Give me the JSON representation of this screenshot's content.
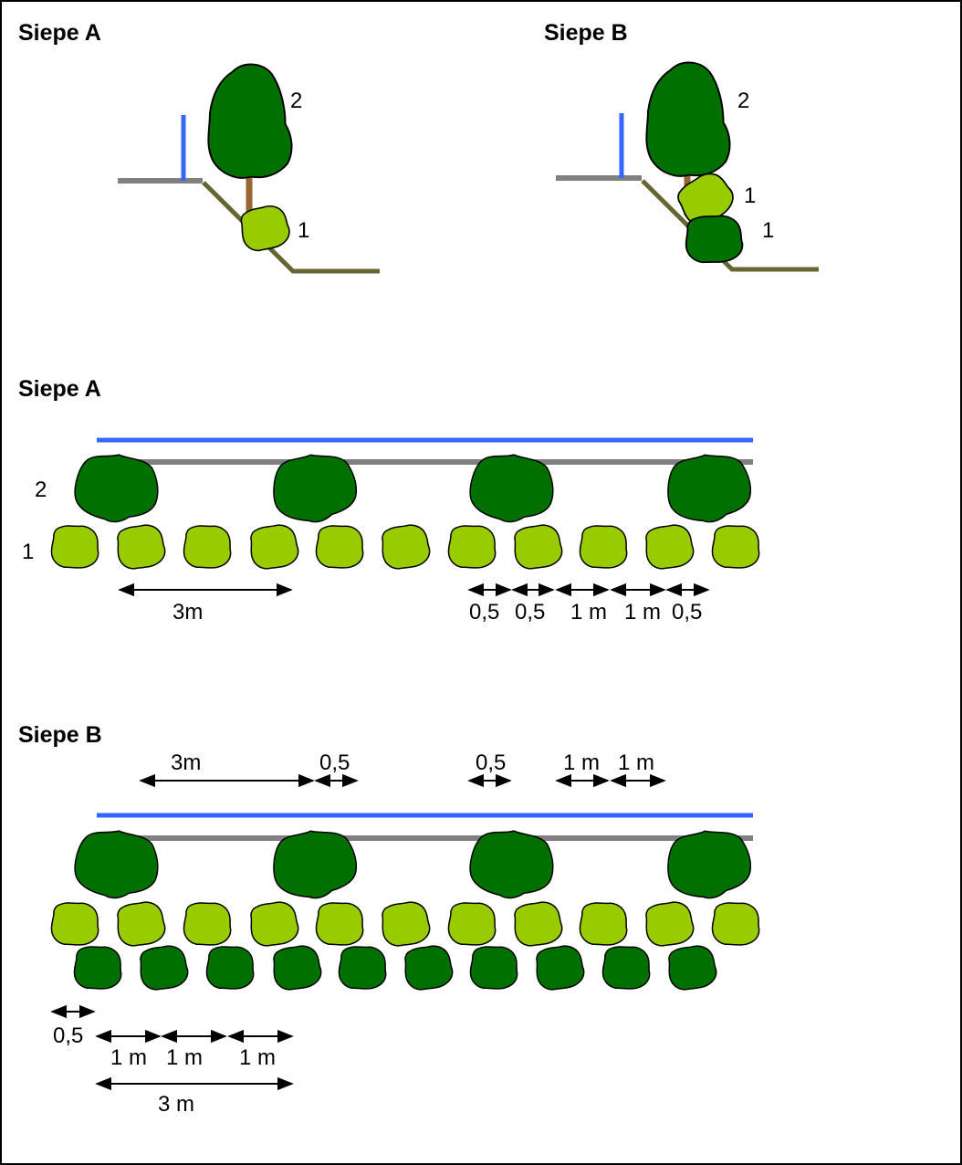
{
  "colors": {
    "water": "#3366ff",
    "path": "#808080",
    "bank": "#666633",
    "trunk": "#996633",
    "tree": "#007000",
    "shrub_light": "#99cc00",
    "shrub_dark": "#007000",
    "outline": "#000000"
  },
  "section": {
    "title_a": "Siepe A",
    "title_b": "Siepe B",
    "label_tree": "2",
    "label_shrub": "1",
    "label_shrub_b1": "1",
    "label_shrub_b2": "1"
  },
  "plan_a": {
    "title": "Siepe A",
    "row_label_trees": "2",
    "row_label_shrubs": "1",
    "dim_3m": "3m",
    "dim_a": "0,5",
    "dim_b": "0,5",
    "dim_c": "1 m",
    "dim_d": "1 m",
    "dim_e": "0,5"
  },
  "plan_b": {
    "title": "Siepe B",
    "dim_3m": "3m",
    "dim_top_a": "0,5",
    "dim_top_b": "0,5",
    "dim_top_c": "1 m",
    "dim_top_d": "1 m",
    "dim_offset": "0,5",
    "dim_1m_a": "1 m",
    "dim_1m_b": "1 m",
    "dim_1m_c": "1 m",
    "dim_3m_total": "3 m"
  }
}
